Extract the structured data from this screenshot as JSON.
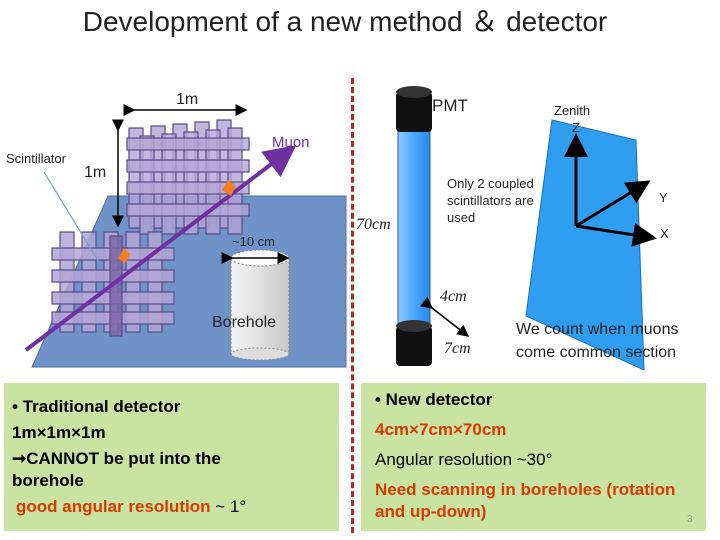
{
  "title": "Development of a new method ＆ detector",
  "left_diagram": {
    "label_1m_top": "1m",
    "label_scintillator": "Scintillator",
    "label_1m_side": "1m",
    "label_muon": "Muon",
    "label_10cm": "~10 cm",
    "label_borehole": "Borehole"
  },
  "right_diagram": {
    "label_pmt": "PMT",
    "label_70cm": "70cm",
    "label_4cm": "4cm",
    "label_7cm": "7cm",
    "label_only2": [
      "Only 2 coupled",
      "scintillators are",
      "used"
    ],
    "label_zenith": "Zenith",
    "label_z": "Z",
    "label_y": "Y",
    "label_x": "X",
    "label_count": [
      "We count when muons",
      "come common section"
    ]
  },
  "left_box": {
    "line1": "• Traditional detector",
    "line2": "1m×1m×1m",
    "line3": "➞CANNOT be put into the",
    "line4": "borehole",
    "line5_red": "good angular resolution",
    "line5_rest": " ~ 1°"
  },
  "right_box": {
    "line1": "• New detector",
    "line2": "4cm×7cm×70cm",
    "line3": "Angular resolution ~30°",
    "line4": "Need scanning in boreholes (rotation",
    "line5": "and up-down)",
    "page_number": "3"
  },
  "colors": {
    "plane": "#6f93c9",
    "muon_line": "#7030a0",
    "tube": "#5ab0ff",
    "rect": "#2f9ef0",
    "box_bg": "#c9e3a2",
    "red_text": "#d93a00",
    "divider": "#b0282a"
  }
}
